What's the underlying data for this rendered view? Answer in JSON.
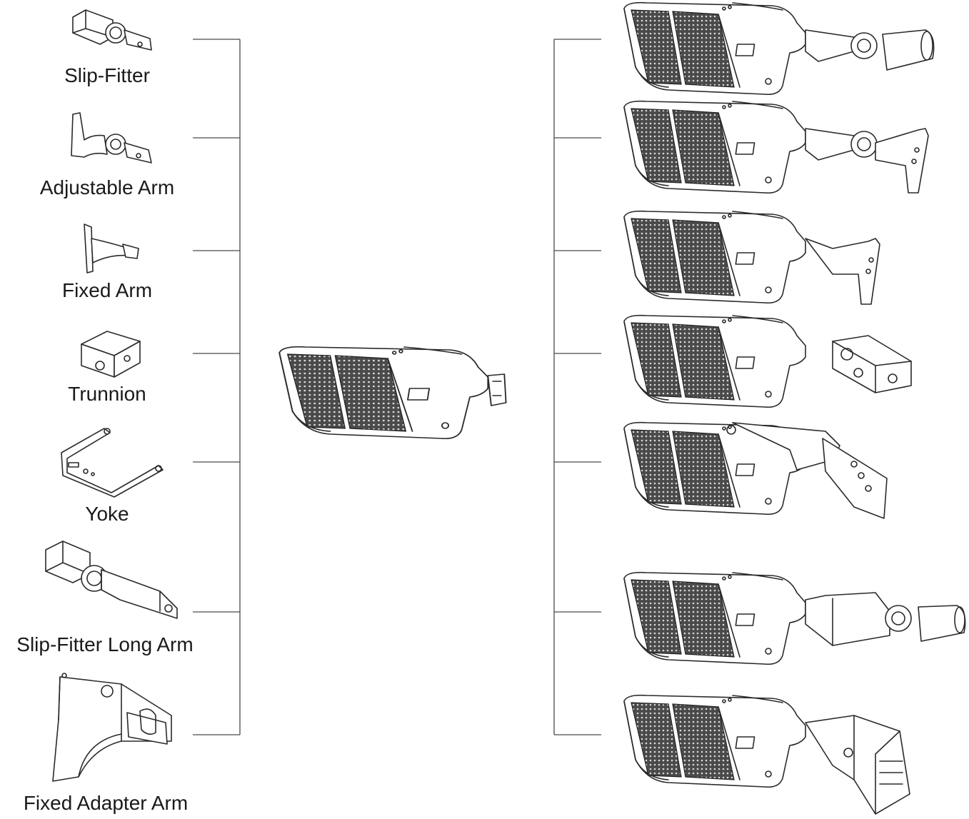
{
  "accessories": [
    {
      "label": "Slip-Fitter"
    },
    {
      "label": "Adjustable Arm"
    },
    {
      "label": "Fixed Arm"
    },
    {
      "label": "Trunnion"
    },
    {
      "label": "Yoke"
    },
    {
      "label": "Slip-Fitter Long Arm"
    },
    {
      "label": "Fixed Adapter Arm"
    }
  ]
}
